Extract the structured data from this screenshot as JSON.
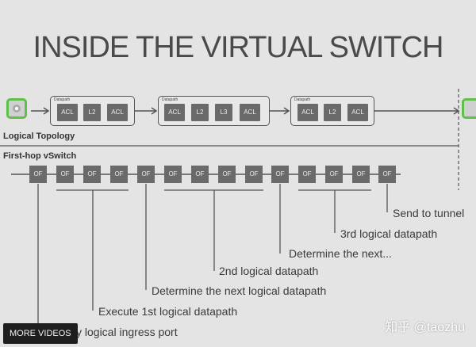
{
  "slide": {
    "title": "INSIDE THE VIRTUAL SWITCH",
    "logical_topology_label": "Logical Topology",
    "first_hop_label": "First-hop vSwitch",
    "datapaths": [
      {
        "caption": "Datapath",
        "stages": [
          "ACL",
          "L2",
          "ACL"
        ]
      },
      {
        "caption": "Datapath",
        "stages": [
          "ACL",
          "L2",
          "L3",
          "ACL"
        ]
      },
      {
        "caption": "Datapath",
        "stages": [
          "ACL",
          "L2",
          "ACL"
        ]
      }
    ],
    "of_tables": [
      "OF",
      "OF",
      "OF",
      "OF",
      "OF",
      "OF",
      "OF",
      "OF",
      "OF",
      "OF",
      "OF",
      "OF",
      "OF",
      "OF"
    ],
    "annotations": {
      "a1": "y logical ingress port",
      "a2": "Execute 1st logical datapath",
      "a3": "Determine the next logical datapath",
      "a4": "2nd logical datapath",
      "a5": "Determine the next...",
      "a6": "3rd logical datapath",
      "a7": "Send to tunnel"
    }
  },
  "overlay": {
    "more_videos_label": "MORE VIDEOS",
    "watermark": "知乎 @taozhu"
  },
  "colors": {
    "background": "#e4e4e4",
    "block": "#6a6a6a",
    "port_border": "#5fbf4a",
    "line": "#555555"
  }
}
